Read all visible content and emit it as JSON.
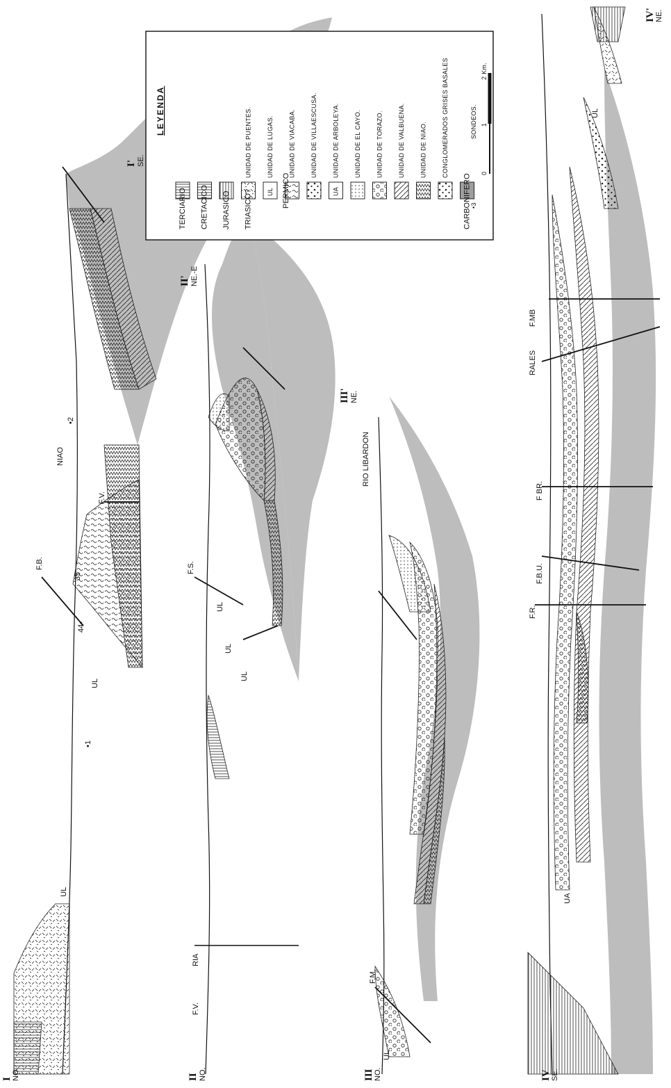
{
  "legend": {
    "title": "LEYENDA",
    "items": [
      {
        "label": "TERCIARIO"
      },
      {
        "label": "CRETACICO"
      },
      {
        "label": "JURASICO"
      },
      {
        "label": "TRIASICO?",
        "sub": "UNIDAD DE PUENTES."
      },
      {
        "label": "UL",
        "sub": "UNIDAD DE LUGAS."
      },
      {
        "label": "",
        "sub": "UNIDAD DE VIACABA."
      },
      {
        "label": "",
        "sub": "UNIDAD DE VILLAESCUSA."
      },
      {
        "label": "UA",
        "sub": "UNIDAD DE ARBOLEYA."
      },
      {
        "label": "",
        "sub": "UNIDAD DE EL CAYO."
      },
      {
        "label": "",
        "sub": "UNIDAD DE TORAZO."
      },
      {
        "label": "",
        "sub": "UNIDAD DE VALBUENA."
      },
      {
        "label": "",
        "sub": "UNIDAD DE NIAO."
      },
      {
        "label": "",
        "sub": "CONGLOMERADOS GRISES BASALES"
      },
      {
        "label": "CARBONIFERO"
      }
    ],
    "permico": "PERMICO",
    "sondeos_mark": "•3",
    "sondeos": "SONDEOS.",
    "scale": [
      "0",
      "1",
      "2 Km."
    ]
  },
  "sections": [
    {
      "start": "I",
      "start_dir": "NO.",
      "end": "I'",
      "end_dir": "SE."
    },
    {
      "start": "II",
      "start_dir": "NO.",
      "end": "II'",
      "end_dir": "NE.-E"
    },
    {
      "start": "III",
      "start_dir": "NO.",
      "end": "III'",
      "end_dir": "NE."
    },
    {
      "start": "IV",
      "start_dir": "SE.",
      "end": "IV'",
      "end_dir": "NE."
    }
  ],
  "labels": {
    "fv1": "F.V.",
    "ul1": "UL",
    "ul1b": "UL",
    "n1": "•1",
    "n44": "44•",
    "n35": "35",
    "fb1": "F.B.",
    "niao": "NIAO",
    "n2": "•2",
    "fv2": "F.V.",
    "ria": "RIA",
    "ul2": "UL",
    "ul2b": "UL",
    "ul2c": "UL",
    "fs": "F.S.",
    "fm": "F.M.",
    "ul3": "UL",
    "rio": "RIO LIBARDON",
    "ua4": "UA",
    "fr": "F.R.",
    "fbu": "F.B.U.",
    "fbr": "F BR.",
    "rales": "RALES",
    "fmb": "F.MB",
    "ul4": "UL"
  }
}
